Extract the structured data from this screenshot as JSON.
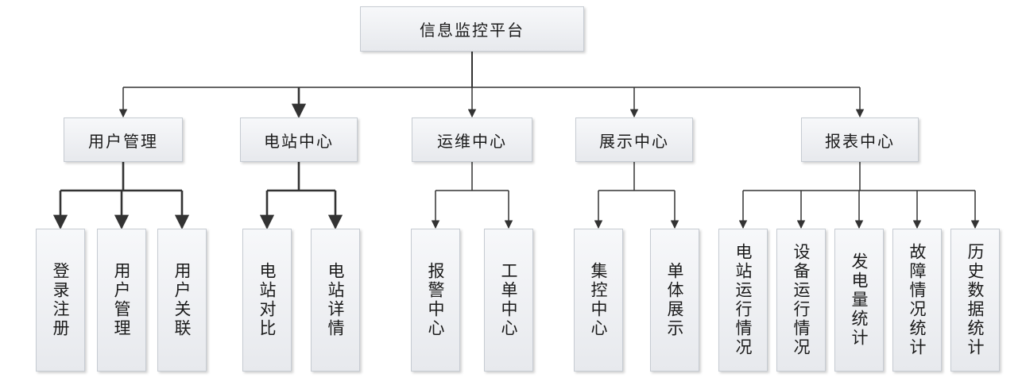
{
  "root": {
    "label": "信息监控平台"
  },
  "modules": [
    {
      "label": "用户管理",
      "children": [
        "登录注册",
        "用户管理",
        "用户关联"
      ]
    },
    {
      "label": "电站中心",
      "children": [
        "电站对比",
        "电站详情"
      ]
    },
    {
      "label": "运维中心",
      "children": [
        "报警中心",
        "工单中心"
      ]
    },
    {
      "label": "展示中心",
      "children": [
        "集控中心",
        "单体展示"
      ]
    },
    {
      "label": "报表中心",
      "children": [
        "电站运行情况",
        "设备运行情况",
        "发电量统计",
        "故障情况统计",
        "历史数据统计"
      ]
    }
  ]
}
